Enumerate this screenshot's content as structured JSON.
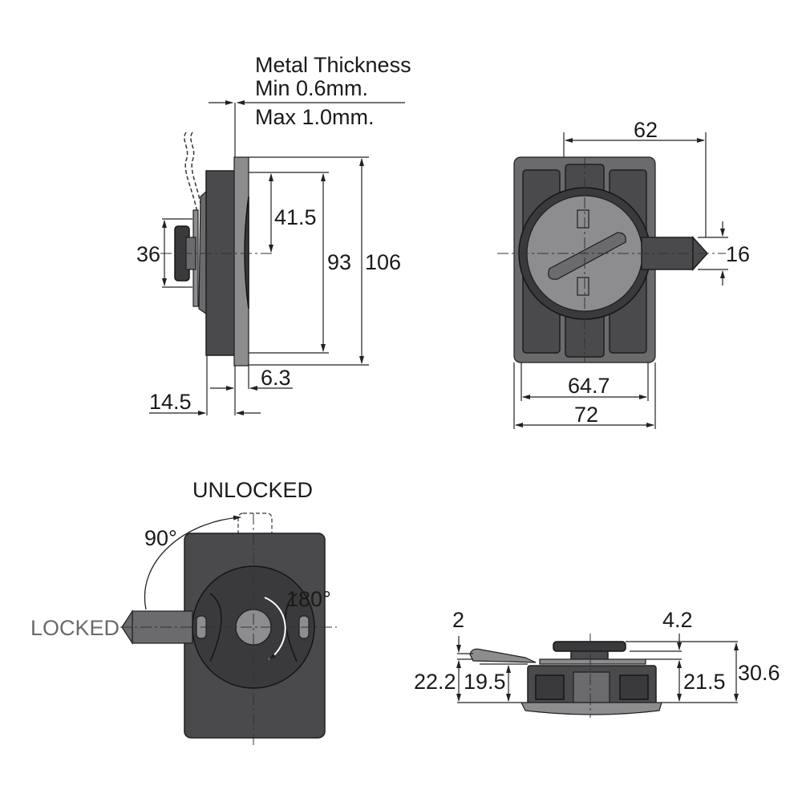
{
  "side_view": {
    "metal_thickness_title": "Metal Thickness",
    "metal_thickness_min": "Min 0.6mm.",
    "metal_thickness_max": "Max 1.0mm.",
    "dim_41_5": "41.5",
    "dim_93": "93",
    "dim_106": "106",
    "dim_36": "36",
    "dim_6_3": "6.3",
    "dim_14_5": "14.5"
  },
  "front_view": {
    "dim_62": "62",
    "dim_16": "16",
    "dim_64_7": "64.7",
    "dim_72": "72"
  },
  "rear_view": {
    "unlocked": "UNLOCKED",
    "locked": "LOCKED",
    "angle_90": "90°",
    "angle_180": "180°"
  },
  "profile_view": {
    "dim_2": "2",
    "dim_4_2": "4.2",
    "dim_22_2": "22.2",
    "dim_19_5": "19.5",
    "dim_21_5": "21.5",
    "dim_30_6": "30.6"
  },
  "colors": {
    "part": "#4a4a4d",
    "line": "#222222",
    "locked_text": "#6a6a6a"
  }
}
